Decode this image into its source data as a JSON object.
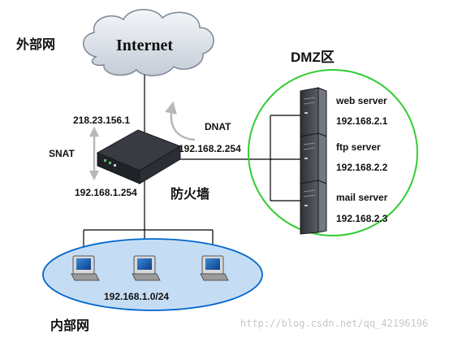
{
  "zones": {
    "external": "外部网",
    "dmz": "DMZ区",
    "internal": "内部网"
  },
  "cloud": {
    "label": "Internet"
  },
  "firewall": {
    "label": "防火墙",
    "outside_ip": "218.23.156.1",
    "inside_ip": "192.168.1.254",
    "dmz_ip": "192.168.2.254"
  },
  "nat": {
    "snat": "SNAT",
    "dnat": "DNAT"
  },
  "servers": [
    {
      "name": "web server",
      "ip": "192.168.2.1"
    },
    {
      "name": "ftp server",
      "ip": "192.168.2.2"
    },
    {
      "name": "mail server",
      "ip": "192.168.2.3"
    }
  ],
  "lan": {
    "subnet": "192.168.1.0/24"
  },
  "watermark": "http://blog.csdn.net/qq_42196196",
  "colors": {
    "dmz_ellipse": "#33cc33",
    "lan_ellipse": "#0066cc",
    "lan_fill": "#c5ddf4",
    "arrow": "#b8b8b8",
    "line": "#000000"
  }
}
